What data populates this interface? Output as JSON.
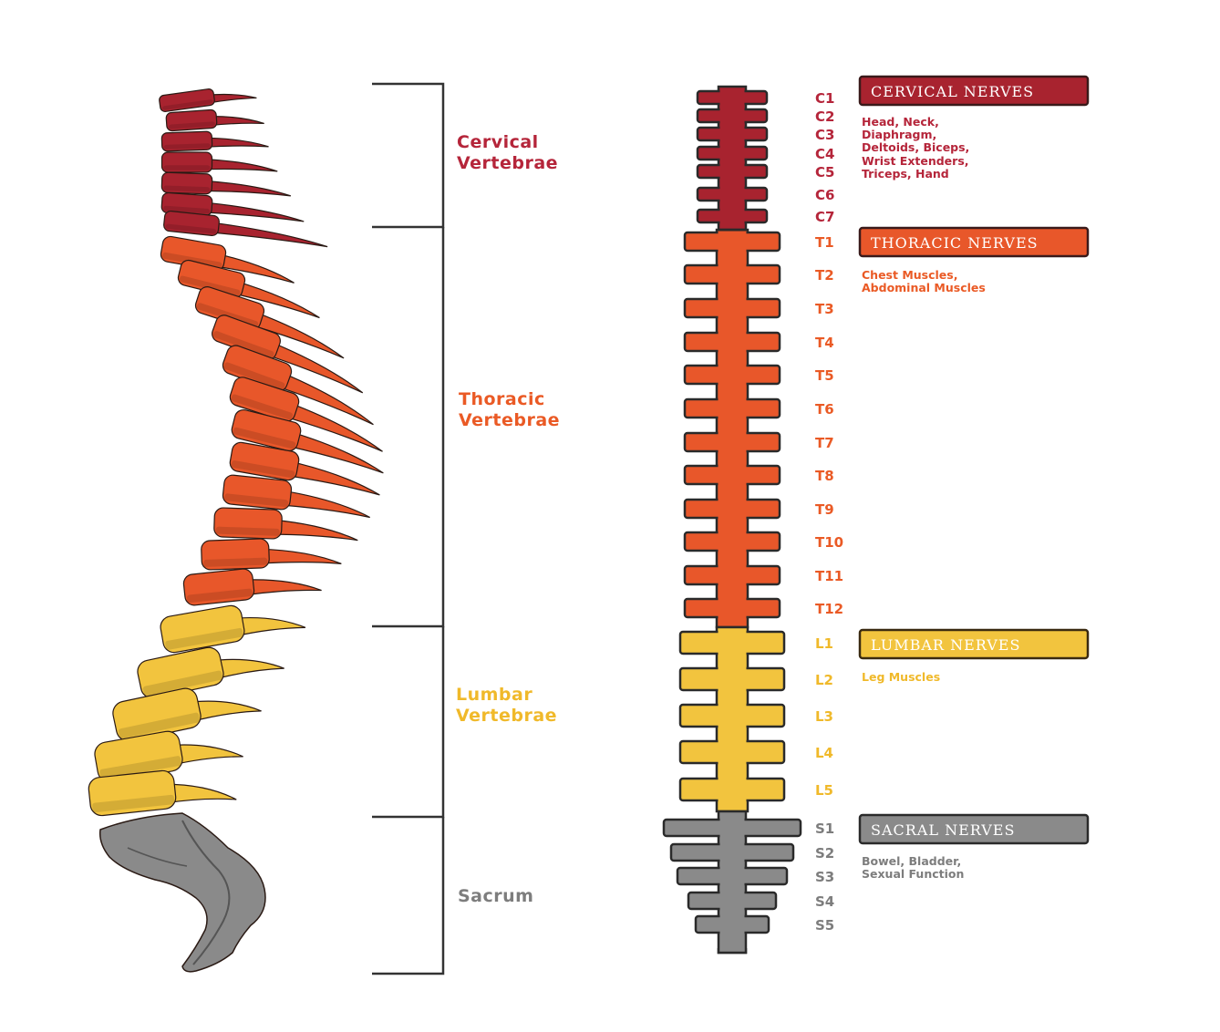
{
  "colors": {
    "cervical": "#a8232f",
    "cervical_text": "#b5253a",
    "thoracic": "#e8572a",
    "thoracic_text": "#ea5a25",
    "lumbar": "#f2c43e",
    "lumbar_text": "#f0b92a",
    "sacral": "#8a8a8a",
    "sacral_text": "#7d7d7d",
    "bracket": "#333333",
    "outline": "#2a2a2a"
  },
  "regions": [
    {
      "key": "cervical",
      "label_line1": "Cervical",
      "label_line2": "Vertebrae"
    },
    {
      "key": "thoracic",
      "label_line1": "Thoracic",
      "label_line2": "Vertebrae"
    },
    {
      "key": "lumbar",
      "label_line1": "Lumbar",
      "label_line2": "Vertebrae"
    },
    {
      "key": "sacrum",
      "label_line1": "Sacrum",
      "label_line2": ""
    }
  ],
  "levels": {
    "cervical": [
      "C1",
      "C2",
      "C3",
      "C4",
      "C5",
      "C6",
      "C7"
    ],
    "thoracic": [
      "T1",
      "T2",
      "T3",
      "T4",
      "T5",
      "T6",
      "T7",
      "T8",
      "T9",
      "T10",
      "T11",
      "T12"
    ],
    "lumbar": [
      "L1",
      "L2",
      "L3",
      "L4",
      "L5"
    ],
    "sacral": [
      "S1",
      "S2",
      "S3",
      "S4",
      "S5"
    ]
  },
  "nerve_groups": [
    {
      "key": "cervical",
      "title": "Cervical Nerves",
      "description": [
        "Head, Neck,",
        "Diaphragm,",
        "Deltoids, Biceps,",
        "Wrist Extenders,",
        "Triceps, Hand"
      ]
    },
    {
      "key": "thoracic",
      "title": "Thoracic Nerves",
      "description": [
        "Chest Muscles,",
        "Abdominal Muscles"
      ]
    },
    {
      "key": "lumbar",
      "title": "Lumbar Nerves",
      "description": [
        "Leg Muscles"
      ]
    },
    {
      "key": "sacral",
      "title": "Sacral Nerves",
      "description": [
        "Bowel, Bladder,",
        "Sexual Function"
      ]
    }
  ]
}
